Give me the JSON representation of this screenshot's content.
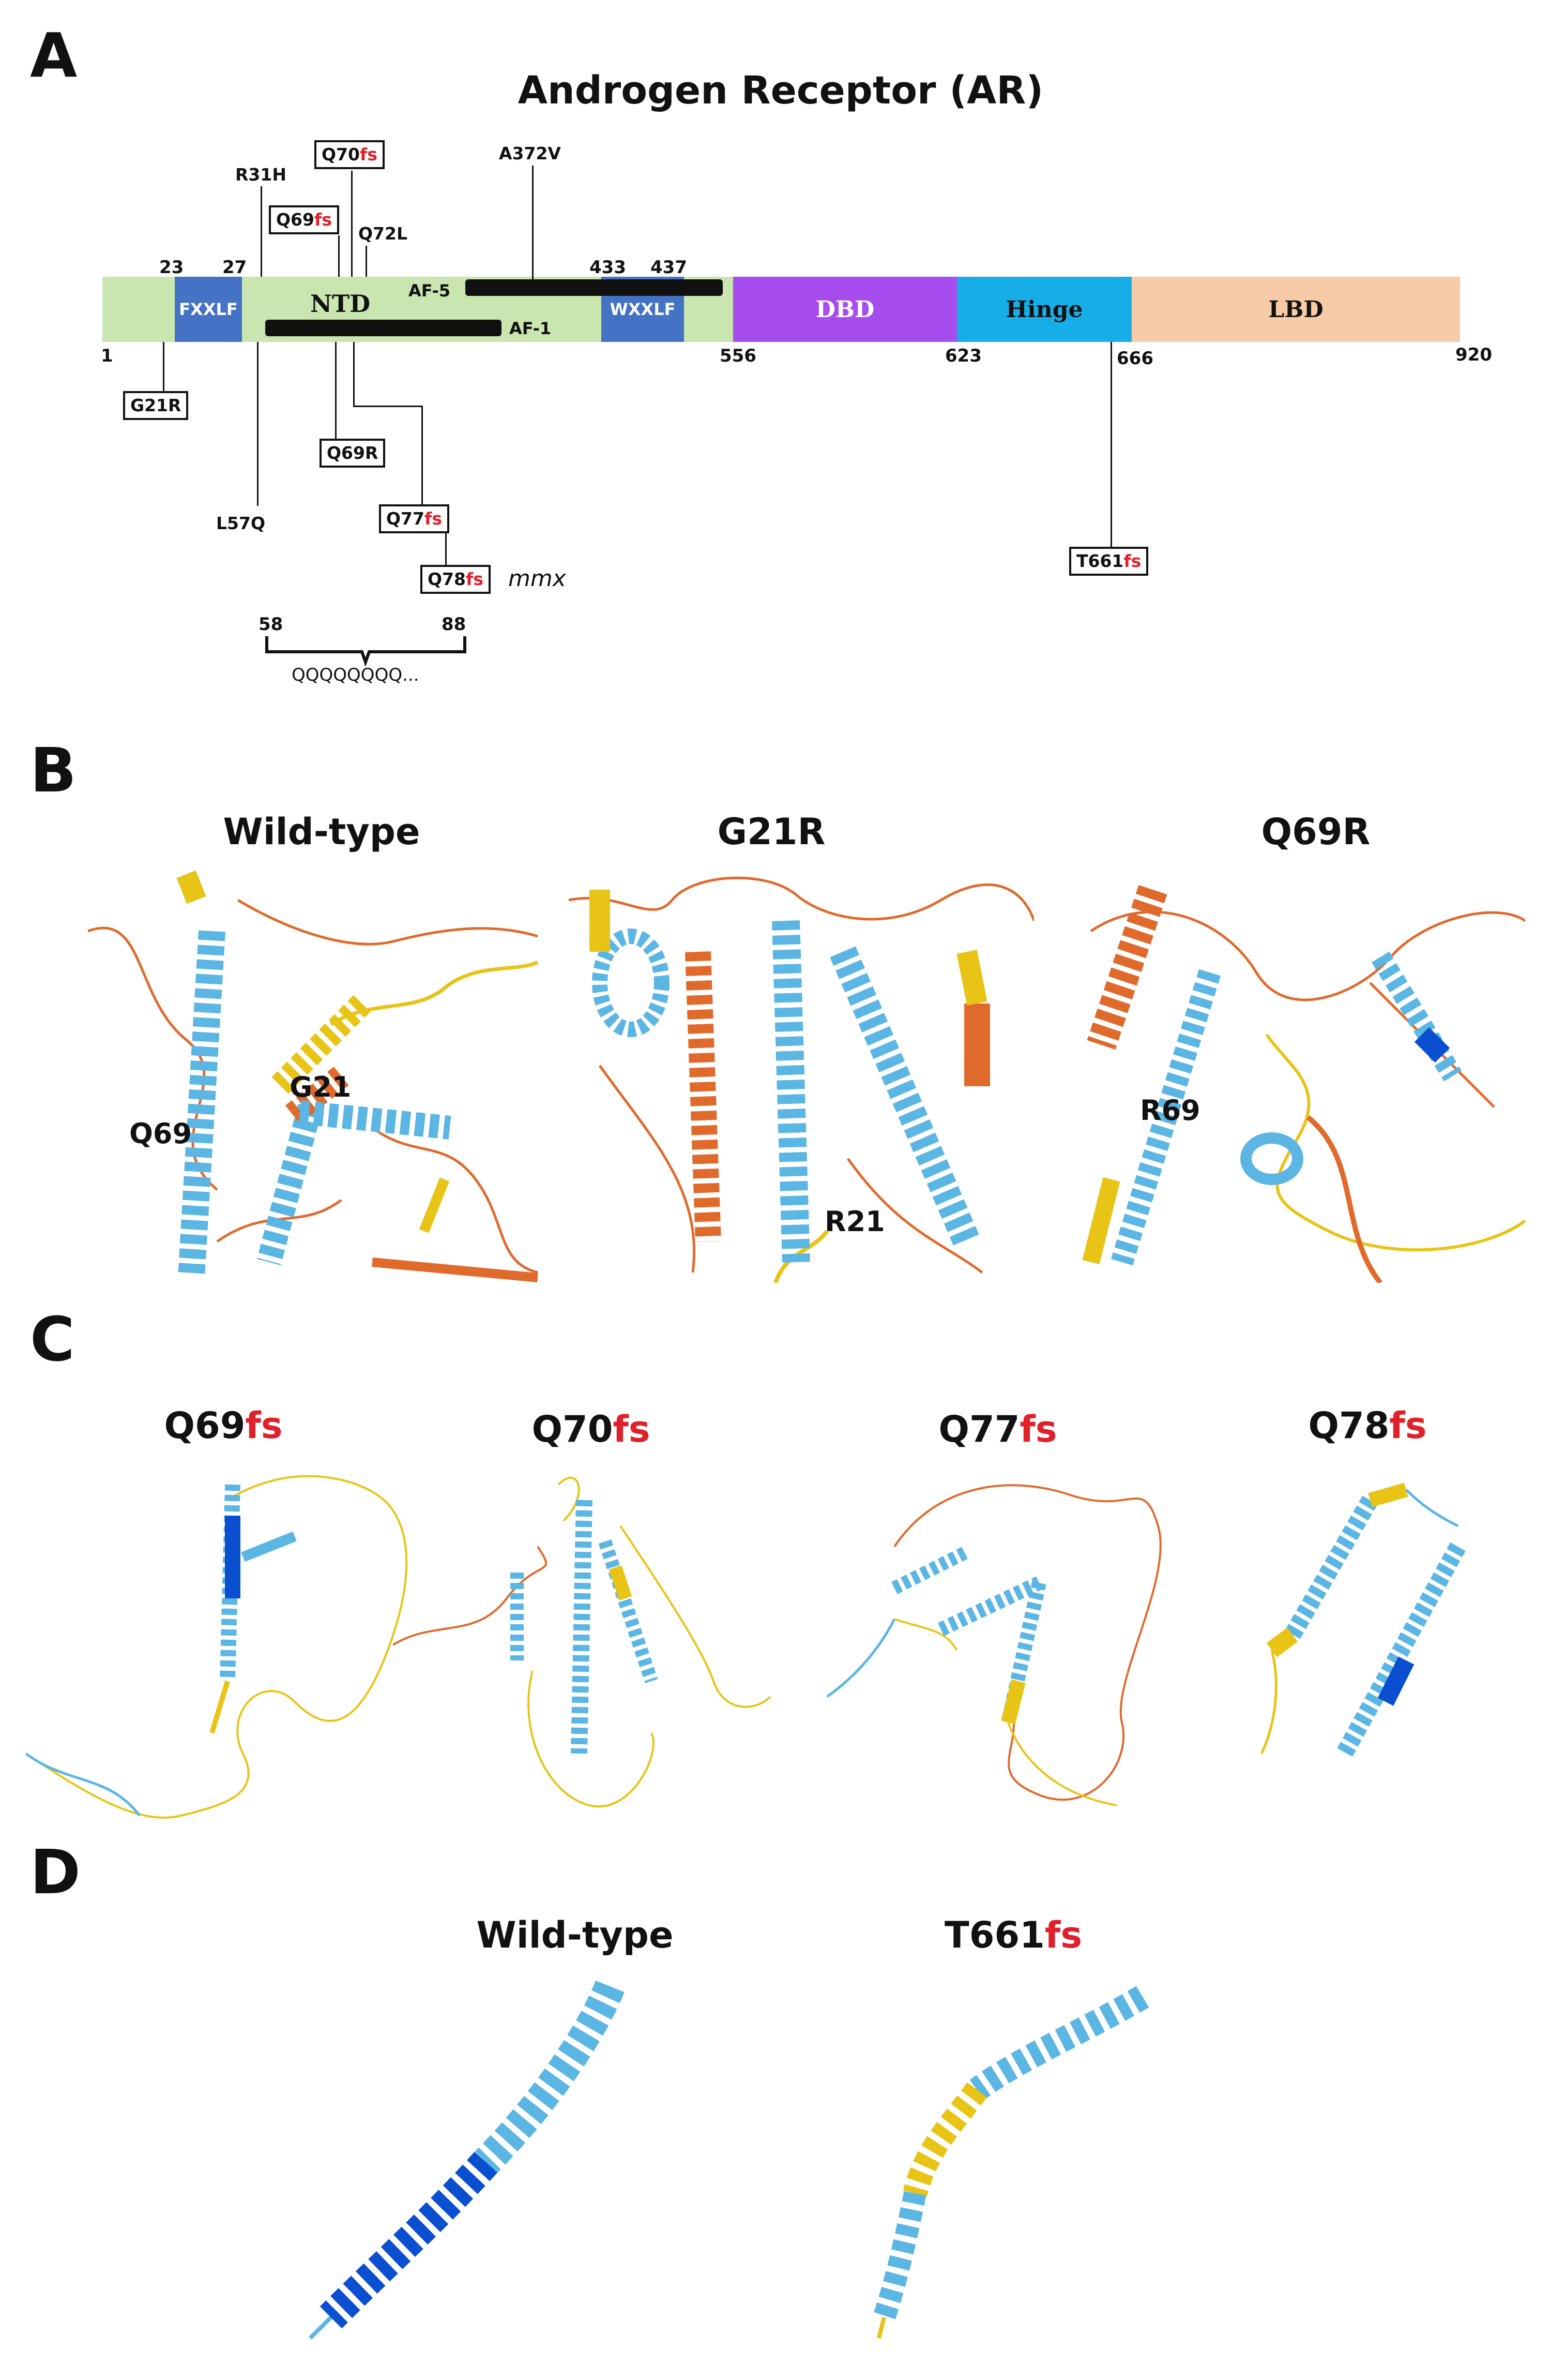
{
  "panels": {
    "a": "A",
    "b": "B",
    "c": "C",
    "d": "D"
  },
  "panelA": {
    "title": "Androgen Receptor (AR)",
    "domains": {
      "fxxlf": "FXXLF",
      "ntd": "NTD",
      "wxxlf": "WXXLF",
      "dbd": "DBD",
      "hinge": "Hinge",
      "lbd": "LBD",
      "af5": "AF-5",
      "af1": "AF-1"
    },
    "positions": {
      "p1": "1",
      "p23": "23",
      "p27": "27",
      "p433": "433",
      "p437": "437",
      "p556": "556",
      "p623": "623",
      "p666": "666",
      "p920": "920",
      "p58": "58",
      "p88": "88"
    },
    "mutations": {
      "q70": "Q70",
      "q69fs": "Q69",
      "fs": "fs",
      "r31h": "R31H",
      "q72l": "Q72L",
      "a372v": "A372V",
      "g21r": "G21R",
      "q69r": "Q69R",
      "l57q": "L57Q",
      "q77": "Q77",
      "q78": "Q78",
      "mmx": "mmx",
      "t661": "T661"
    },
    "polyq": "QQQQQQQQ...",
    "colors": {
      "ntd": "#c9e5b0",
      "motif": "#4472c4",
      "dbd": "#a64df0",
      "hinge": "#17aee8",
      "lbd": "#f7cba8",
      "fs": "#e0202a"
    }
  },
  "panelB": {
    "titles": [
      "Wild-type",
      "G21R",
      "Q69R"
    ],
    "labels": {
      "q69": "Q69",
      "g21": "G21",
      "r21": "R21",
      "r69": "R69"
    }
  },
  "panelC": {
    "titles": [
      {
        "res": "Q69",
        "fs": "fs"
      },
      {
        "res": "Q70",
        "fs": "fs"
      },
      {
        "res": "Q77",
        "fs": "fs"
      },
      {
        "res": "Q78",
        "fs": "fs"
      }
    ]
  },
  "panelD": {
    "titles": [
      {
        "res": "Wild-type",
        "fs": ""
      },
      {
        "res": "T661",
        "fs": "fs"
      }
    ]
  },
  "structureColors": {
    "very_high": "#0a4fd0",
    "confident": "#5bb6e3",
    "low": "#e8c416",
    "very_low": "#e06a2c"
  }
}
